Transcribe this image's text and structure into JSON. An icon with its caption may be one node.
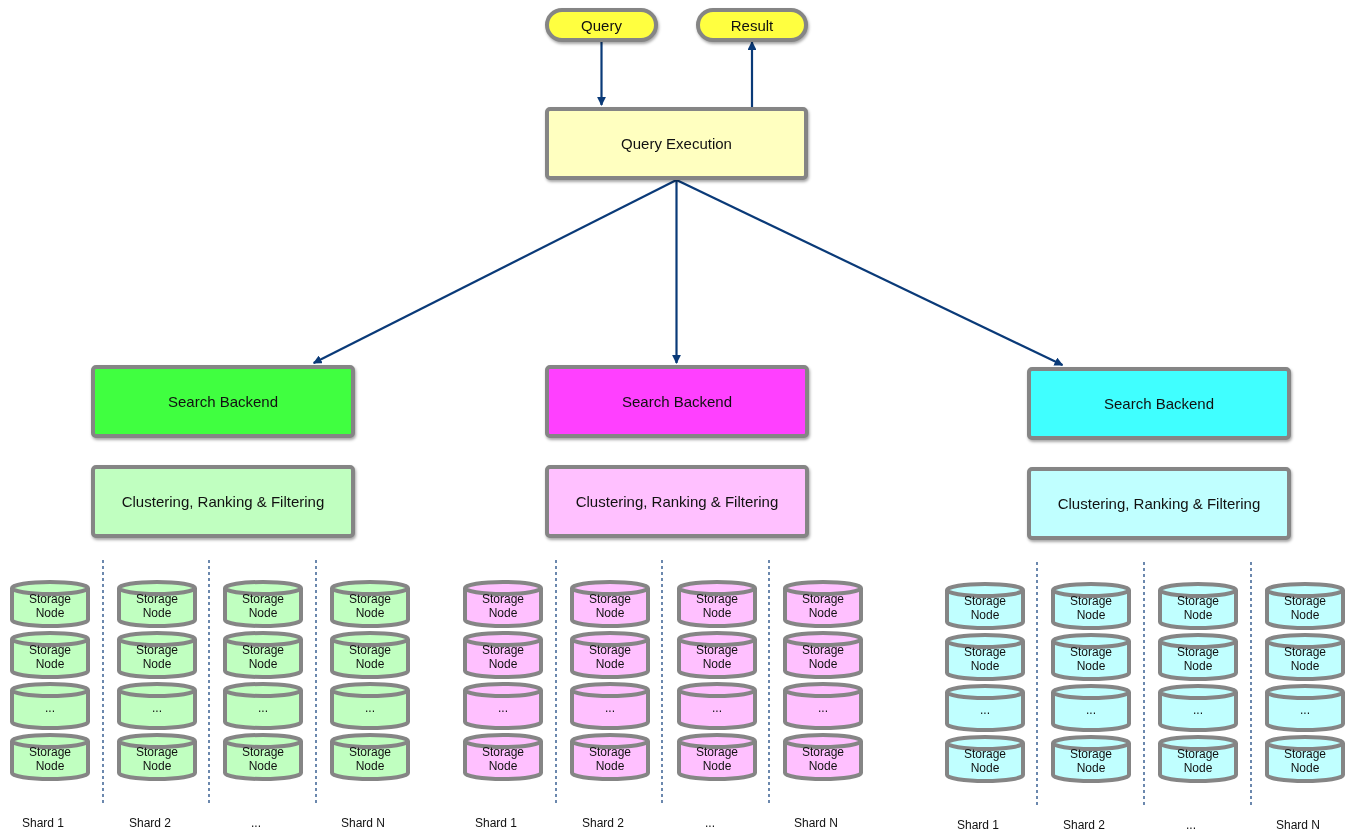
{
  "diagram": {
    "nodes": [
      {
        "text": [
          "Query"
        ]
      },
      {
        "text": [
          "Result"
        ]
      },
      {
        "text": [
          "Query Execution"
        ]
      },
      {
        "text": [
          "Search Backend"
        ]
      },
      {
        "text": [
          "Search Backend"
        ]
      },
      {
        "text": [
          "Search Backend"
        ]
      },
      {
        "text": [
          "Clustering, Ranking & Filtering"
        ]
      },
      {
        "text": [
          "Clustering, Ranking & Filtering"
        ]
      },
      {
        "text": [
          "Clustering, Ranking & Filtering"
        ]
      },
      {
        "text": [
          "Storage Node"
        ]
      },
      {
        "text": [
          "Storage Node"
        ]
      },
      {
        "text": [
          "..."
        ]
      },
      {
        "text": [
          "Storage Node"
        ]
      },
      {
        "text": [
          "Storage Node"
        ]
      },
      {
        "text": [
          "Storage Node"
        ]
      },
      {
        "text": [
          "..."
        ]
      },
      {
        "text": [
          "Storage Node"
        ]
      },
      {
        "text": [
          "Storage Node"
        ]
      },
      {
        "text": [
          "Storage Node"
        ]
      },
      {
        "text": [
          "..."
        ]
      },
      {
        "text": [
          "Storage Node"
        ]
      },
      {
        "text": [
          "Storage Node"
        ]
      },
      {
        "text": [
          "Storage Node"
        ]
      },
      {
        "text": [
          "..."
        ]
      },
      {
        "text": [
          "Storage Node"
        ]
      },
      {
        "text": [
          "Storage Node"
        ]
      },
      {
        "text": [
          "Storage Node"
        ]
      },
      {
        "text": [
          "..."
        ]
      },
      {
        "text": [
          "Storage Node"
        ]
      },
      {
        "text": [
          "Storage Node"
        ]
      },
      {
        "text": [
          "Storage Node"
        ]
      },
      {
        "text": [
          "..."
        ]
      },
      {
        "text": [
          "Storage Node"
        ]
      },
      {
        "text": [
          "Storage Node"
        ]
      },
      {
        "text": [
          "Storage Node"
        ]
      },
      {
        "text": [
          "..."
        ]
      },
      {
        "text": [
          "Storage Node"
        ]
      },
      {
        "text": [
          "Storage Node"
        ]
      },
      {
        "text": [
          "Storage Node"
        ]
      },
      {
        "text": [
          "..."
        ]
      },
      {
        "text": [
          "Storage Node"
        ]
      },
      {
        "text": [
          "Storage Node"
        ]
      },
      {
        "text": [
          "Storage Node"
        ]
      },
      {
        "text": [
          "..."
        ]
      },
      {
        "text": [
          "Storage Node"
        ]
      },
      {
        "text": [
          "Storage Node"
        ]
      },
      {
        "text": [
          "Storage Node"
        ]
      },
      {
        "text": [
          "..."
        ]
      },
      {
        "text": [
          "Storage Node"
        ]
      },
      {
        "text": [
          "Storage Node"
        ]
      },
      {
        "text": [
          "Storage Node"
        ]
      },
      {
        "text": [
          "..."
        ]
      },
      {
        "text": [
          "Storage Node"
        ]
      },
      {
        "text": [
          "Storage Node"
        ]
      },
      {
        "text": [
          "Storage Node"
        ]
      },
      {
        "text": [
          "..."
        ]
      },
      {
        "text": [
          "Storage Node"
        ]
      }
    ],
    "edges": [
      {
        "from": 0,
        "to": 2,
        "arrow": "to"
      },
      {
        "from": 2,
        "to": 1,
        "arrow": "to"
      },
      {
        "from": 2,
        "to": 3,
        "arrow": "to"
      },
      {
        "from": 2,
        "to": 4,
        "arrow": "to"
      },
      {
        "from": 2,
        "to": 5,
        "arrow": "to"
      }
    ],
    "labels": [
      "Shard 1",
      "Shard 2",
      "...",
      "Shard N",
      "Shard 1",
      "Shard 2",
      "...",
      "Shard N",
      "Shard 1",
      "Shard 2",
      "...",
      "Shard N"
    ]
  }
}
